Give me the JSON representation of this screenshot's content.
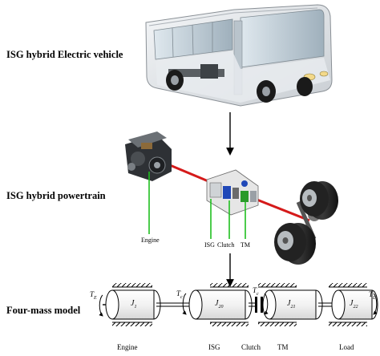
{
  "sections": {
    "vehicle_title": "ISG hybrid Electric vehicle",
    "powertrain_title": "ISG hybrid powertrain",
    "model_title": "Four-mass model"
  },
  "powertrain_labels": {
    "engine": "Engine",
    "isg": "ISG",
    "clutch": "Clutch",
    "tm": "TM"
  },
  "model": {
    "torques": {
      "engine": "T",
      "engine_sub": "E",
      "clutch1": "T",
      "clutch1_sub": "c",
      "clutch2": "T",
      "clutch2_sub": "c",
      "load": "T",
      "load_sub": "L"
    },
    "inertias": [
      {
        "sym": "J",
        "sub": "1"
      },
      {
        "sym": "J",
        "sub": "20"
      },
      {
        "sym": "J",
        "sub": "21"
      },
      {
        "sym": "J",
        "sub": "22"
      }
    ],
    "bottom_labels": {
      "engine": "Engine",
      "isg": "ISG",
      "clutch": "Clutch",
      "tm": "TM",
      "load": "Load"
    }
  },
  "colors": {
    "shaft_red": "#d51a1a",
    "leader_green": "#1fbf1f",
    "isg_blue": "#2048b8",
    "tm_green": "#2a9a2a"
  }
}
